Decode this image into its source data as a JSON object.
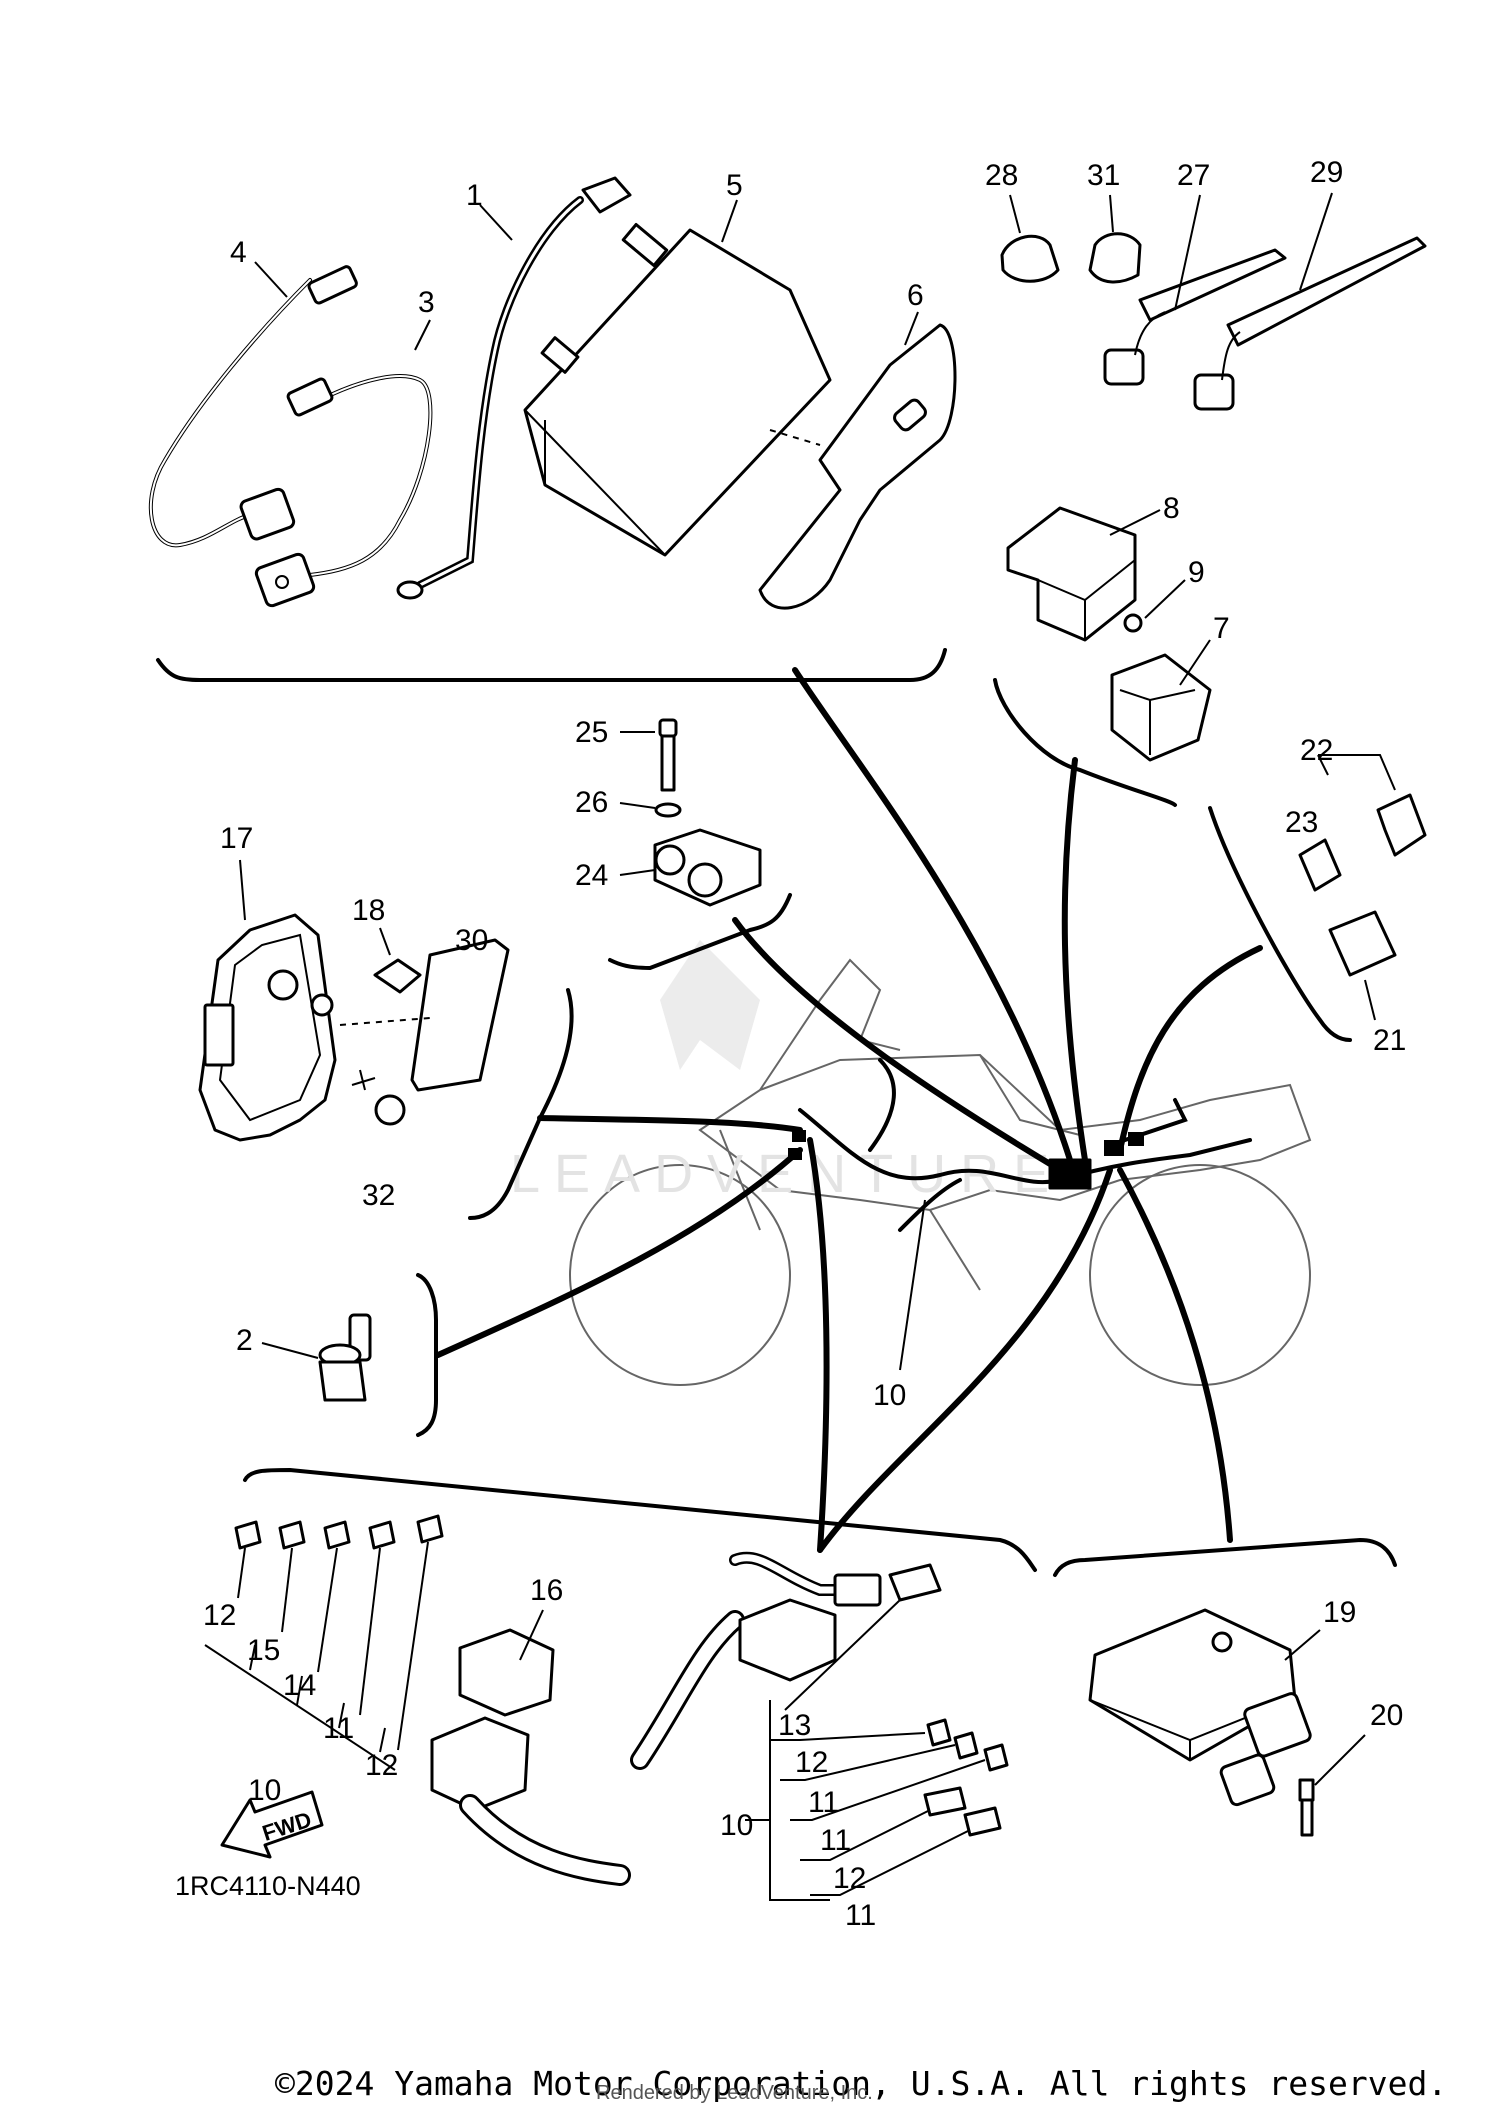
{
  "diagram": {
    "code": "1RC4110-N440",
    "watermark": "LEADVENTURE",
    "fwd_label": "FWD",
    "callouts": {
      "c1": "1",
      "c2": "2",
      "c3": "3",
      "c4": "4",
      "c5": "5",
      "c6": "6",
      "c7": "7",
      "c8": "8",
      "c9": "9",
      "c10_main": "10",
      "c10_left": "10",
      "c10_right": "10",
      "c11_a": "11",
      "c11_b": "11",
      "c11_c": "11",
      "c11_d": "11",
      "c12_a": "12",
      "c12_b": "12",
      "c12_c": "12",
      "c12_d": "12",
      "c13": "13",
      "c14": "14",
      "c15": "15",
      "c16": "16",
      "c17": "17",
      "c18": "18",
      "c19": "19",
      "c20": "20",
      "c21": "21",
      "c22": "22",
      "c23": "23",
      "c24": "24",
      "c25": "25",
      "c26": "26",
      "c27": "27",
      "c28": "28",
      "c29": "29",
      "c30": "30",
      "c31": "31",
      "c32": "32"
    }
  },
  "footer": {
    "copyright": "©2024 Yamaha Motor Corporation, U.S.A. All rights reserved.",
    "rendered_by": "Rendered by LeadVenture, Inc."
  }
}
